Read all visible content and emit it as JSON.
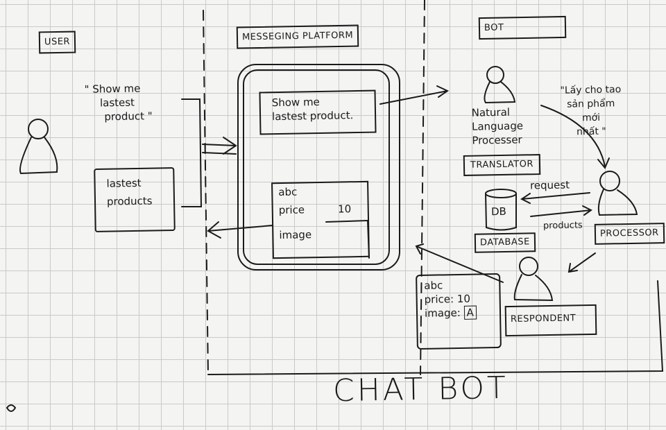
{
  "lanes": {
    "user": "USER",
    "platform": "MESSEGING PLATFORM",
    "bot": "BOT"
  },
  "user": {
    "quote": [
      "\" Show me",
      "lastest",
      "product \""
    ],
    "reply": [
      "lastest",
      "products"
    ]
  },
  "platform": {
    "message": [
      "Show me",
      "lastest product."
    ],
    "card": {
      "name": "abc",
      "price_label": "price",
      "price_value": "10",
      "image_label": "image"
    }
  },
  "bot": {
    "nlp_label": [
      "Natural",
      "Language",
      "Processer"
    ],
    "translator": "TRANSLATOR",
    "vn_quote": [
      "\"Lấy cho tao",
      "sản phẩm",
      "mới",
      "nhất \""
    ],
    "db": "DB",
    "database": "DATABASE",
    "request": "request",
    "products": "products",
    "processor": "PROCESSOR",
    "respondent": "RESPONDENT",
    "response_card": {
      "name": "abc",
      "price": "price: 10",
      "image_label": "image:",
      "image_value": "A"
    }
  },
  "footer": {
    "title": "CHAT BOT"
  }
}
